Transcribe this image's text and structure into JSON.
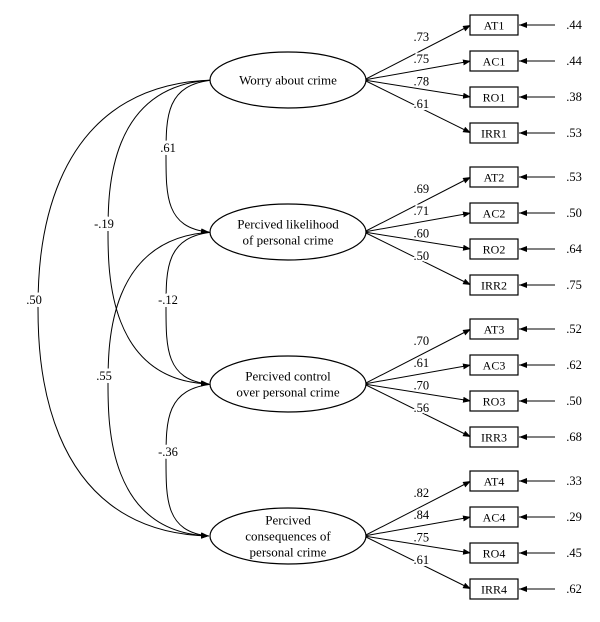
{
  "diagram": {
    "factors": [
      {
        "label": [
          "Worry about crime"
        ],
        "indicators": [
          {
            "name": "AT1",
            "loading": ".73",
            "error": ".44"
          },
          {
            "name": "AC1",
            "loading": ".75",
            "error": ".44"
          },
          {
            "name": "RO1",
            "loading": ".78",
            "error": ".38"
          },
          {
            "name": "IRR1",
            "loading": ".61",
            "error": ".53"
          }
        ]
      },
      {
        "label": [
          "Percived likelihood",
          "of personal crime"
        ],
        "indicators": [
          {
            "name": "AT2",
            "loading": ".69",
            "error": ".53"
          },
          {
            "name": "AC2",
            "loading": ".71",
            "error": ".50"
          },
          {
            "name": "RO2",
            "loading": ".60",
            "error": ".64"
          },
          {
            "name": "IRR2",
            "loading": ".50",
            "error": ".75"
          }
        ]
      },
      {
        "label": [
          "Percived control",
          "over personal crime"
        ],
        "indicators": [
          {
            "name": "AT3",
            "loading": ".70",
            "error": ".52"
          },
          {
            "name": "AC3",
            "loading": ".61",
            "error": ".62"
          },
          {
            "name": "RO3",
            "loading": ".70",
            "error": ".50"
          },
          {
            "name": "IRR3",
            "loading": ".56",
            "error": ".68"
          }
        ]
      },
      {
        "label": [
          "Percived",
          "consequences of",
          "personal crime"
        ],
        "indicators": [
          {
            "name": "AT4",
            "loading": ".82",
            "error": ".33"
          },
          {
            "name": "AC4",
            "loading": ".84",
            "error": ".29"
          },
          {
            "name": "RO4",
            "loading": ".75",
            "error": ".45"
          },
          {
            "name": "IRR4",
            "loading": ".61",
            "error": ".62"
          }
        ]
      }
    ],
    "correlations": [
      {
        "from": 1,
        "to": 2,
        "value": ".61"
      },
      {
        "from": 2,
        "to": 3,
        "value": "-.12"
      },
      {
        "from": 3,
        "to": 4,
        "value": "-.36"
      },
      {
        "from": 1,
        "to": 3,
        "value": "-.19"
      },
      {
        "from": 2,
        "to": 4,
        "value": ".55"
      },
      {
        "from": 1,
        "to": 4,
        "value": ".50"
      }
    ]
  }
}
